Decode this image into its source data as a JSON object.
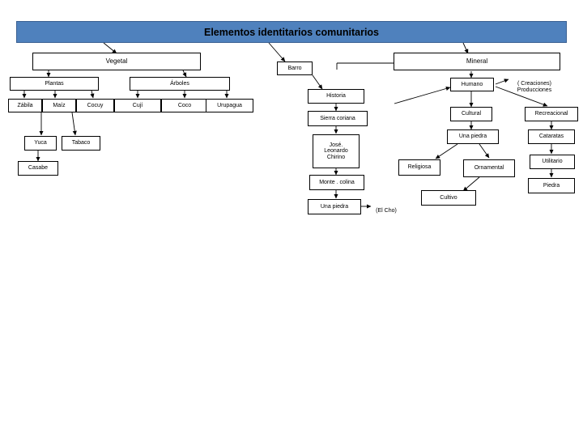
{
  "title": {
    "text": "Elementos identitarios comunitarios"
  },
  "nodes": {
    "vegetal": "Vegetal",
    "mineral": "Mineral",
    "barro": "Barro",
    "plantas": "Plantas",
    "arboles": "Árboles",
    "humano": "Humano",
    "zabila": "Zábila",
    "maiz": "Maíz",
    "coouy": "Cocuy",
    "cuji": "Cují",
    "coco": "Coco",
    "urupagua": "Urupagua",
    "historia": "Historia",
    "sierra_coriana": "Sierra coriana",
    "cultural": "Cultural",
    "recreacional": "Recreacional",
    "yuca": "Yuca",
    "tabaco": "Tabaco",
    "jose_leonardo": "José.\nLeonardo\nChirino",
    "una_piedra_1": "Una piedra",
    "cataratas": "Cataratas",
    "casabe": "Casabe",
    "religiosa": "Religiosa",
    "ornamental": "Ornamental",
    "utilitario": "Utilitario",
    "monte_colina": "Monte . colina",
    "piedra": "Piedra",
    "cultivo": "Cultivo",
    "una_piedra_2": "Una piedra"
  },
  "labels": {
    "creaciones": "( Creaciones)",
    "producciones": "Producciones",
    "el_cho": "(El Cho)"
  }
}
